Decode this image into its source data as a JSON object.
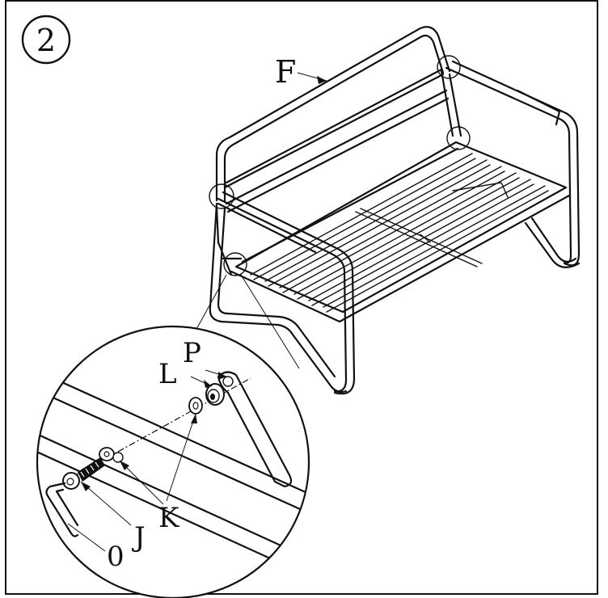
{
  "step": {
    "number": "2"
  },
  "callouts": {
    "frame": "F",
    "nut": "L",
    "washer_p": "P",
    "washers": "K",
    "bolt": "J",
    "allen_key": "0"
  }
}
